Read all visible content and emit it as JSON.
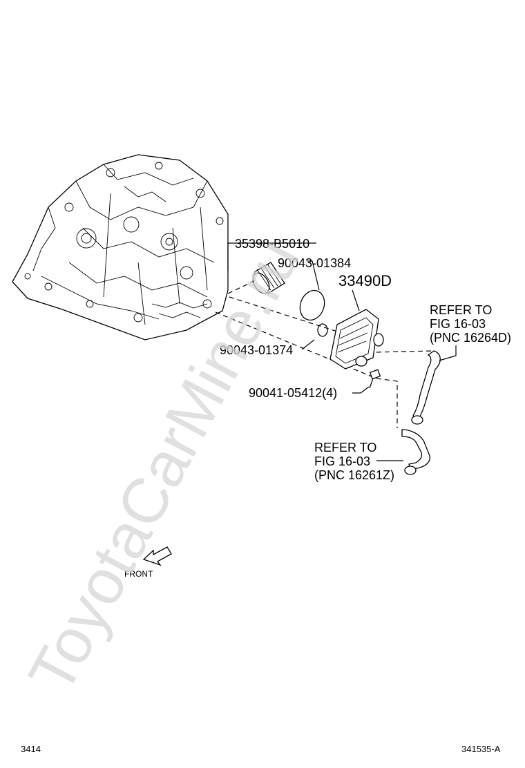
{
  "watermark": "ToyotaCarMine.ru",
  "callouts": {
    "filter": "35398-B5010",
    "oring_large": "90043-01384",
    "cooler": "33490D",
    "oring_small": "90043-01374",
    "bolt": "90041-05412(4)"
  },
  "refer_upper": {
    "line1": "REFER TO",
    "line2": "FIG 16-03",
    "line3": "(PNC 16264D)"
  },
  "refer_lower": {
    "line1": "REFER TO",
    "line2": "FIG 16-03",
    "line3": "(PNC 16261Z)"
  },
  "front_label": "FRONT",
  "footer": {
    "left": "3414",
    "right": "341535-A"
  }
}
